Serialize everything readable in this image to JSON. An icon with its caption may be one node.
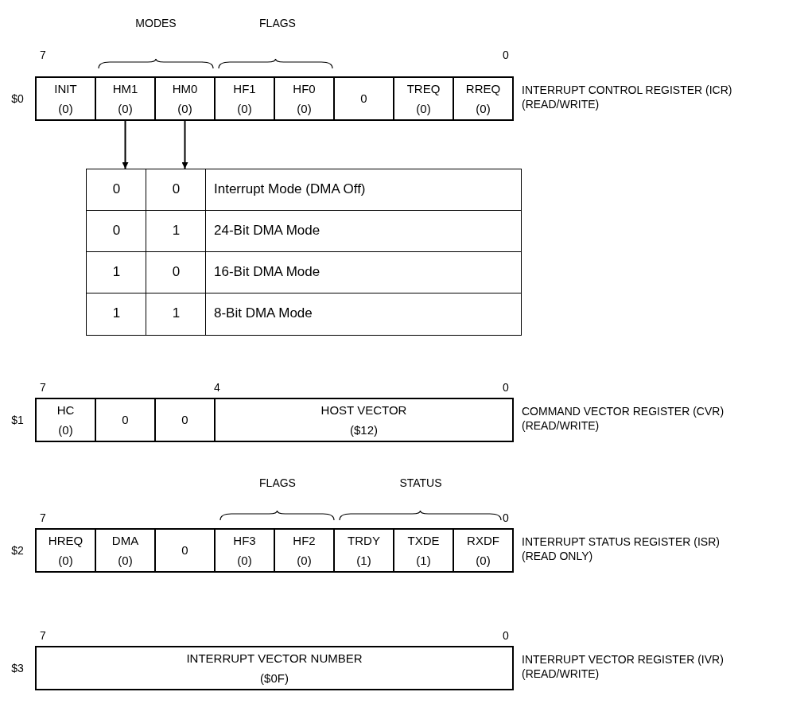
{
  "diagram": {
    "nodes": [
      {
        "text": [
          "INIT",
          "(0)"
        ]
      },
      {
        "text": [
          "HM1",
          "(0)"
        ]
      },
      {
        "text": [
          "HM0",
          "(0)"
        ]
      },
      {
        "text": [
          "HF1",
          "(0)"
        ]
      },
      {
        "text": [
          "HF0",
          "(0)"
        ]
      },
      {
        "text": [
          "0"
        ]
      },
      {
        "text": [
          "TREQ",
          "(0)"
        ]
      },
      {
        "text": [
          "RREQ",
          "(0)"
        ]
      },
      {
        "text": [
          "0"
        ]
      },
      {
        "text": [
          "0"
        ]
      },
      {
        "text": [
          "Interrupt Mode (DMA Off)"
        ]
      },
      {
        "text": [
          "0"
        ]
      },
      {
        "text": [
          "1"
        ]
      },
      {
        "text": [
          "24-Bit DMA Mode"
        ]
      },
      {
        "text": [
          "1"
        ]
      },
      {
        "text": [
          "0"
        ]
      },
      {
        "text": [
          "16-Bit DMA Mode"
        ]
      },
      {
        "text": [
          "1"
        ]
      },
      {
        "text": [
          "1"
        ]
      },
      {
        "text": [
          "8-Bit DMA Mode"
        ]
      },
      {
        "text": [
          "HC",
          "(0)"
        ]
      },
      {
        "text": [
          "0"
        ]
      },
      {
        "text": [
          "0"
        ]
      },
      {
        "text": [
          "HOST VECTOR",
          "($12)"
        ]
      },
      {
        "text": [
          "HREQ",
          "(0)"
        ]
      },
      {
        "text": [
          "DMA",
          "(0)"
        ]
      },
      {
        "text": [
          "0"
        ]
      },
      {
        "text": [
          "HF3",
          "(0)"
        ]
      },
      {
        "text": [
          "HF2",
          "(0)"
        ]
      },
      {
        "text": [
          "TRDY",
          "(1)"
        ]
      },
      {
        "text": [
          "TXDE",
          "(1)"
        ]
      },
      {
        "text": [
          "RXDF",
          "(0)"
        ]
      },
      {
        "text": [
          "INTERRUPT VECTOR NUMBER",
          "($0F)"
        ]
      }
    ],
    "edges": [
      {
        "from": 1,
        "to": 8,
        "arrow": "to"
      },
      {
        "from": 2,
        "to": 9,
        "arrow": "to"
      }
    ],
    "labels": [
      "MODES",
      "FLAGS",
      "7",
      "0",
      "$0",
      "INTERRUPT CONTROL REGISTER (ICR)",
      "(READ/WRITE)",
      "7",
      "4",
      "0",
      "$1",
      "COMMAND VECTOR REGISTER (CVR)",
      "(READ/WRITE)",
      "FLAGS",
      "STATUS",
      "7",
      "0",
      "$2",
      "INTERRUPT STATUS REGISTER (ISR)",
      "(READ ONLY)",
      "7",
      "0",
      "$3",
      "INTERRUPT VECTOR REGISTER (IVR)",
      "(READ/WRITE)"
    ]
  }
}
